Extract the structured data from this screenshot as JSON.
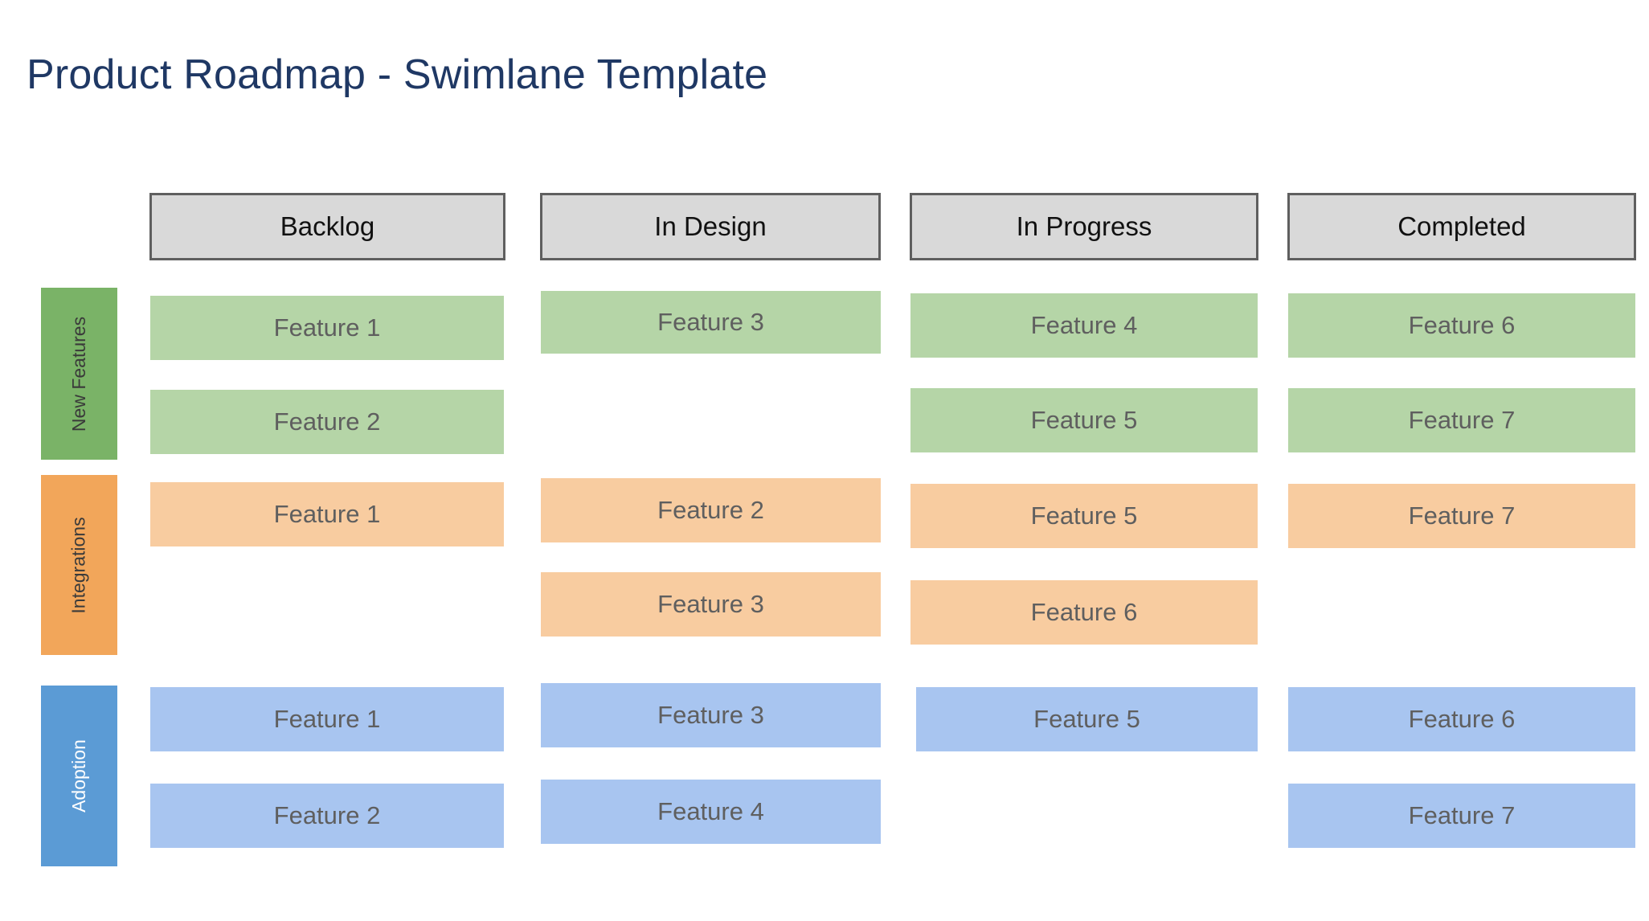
{
  "title": "Product Roadmap - Swimlane Template",
  "theme": {
    "title_color": "#1F3864",
    "header_fill": "#D9D9D9",
    "header_border": "#5F5F5F",
    "card_text_color": "#5F5F5F",
    "lane_green": "#7AB367",
    "lane_orange": "#F2A65A",
    "lane_blue": "#5B9BD5",
    "card_green": "#B5D5A7",
    "card_orange": "#F8CCA0",
    "card_blue": "#A8C5F0",
    "background": "#FFFFFF"
  },
  "columns": [
    {
      "id": "backlog",
      "label": "Backlog"
    },
    {
      "id": "in-design",
      "label": "In Design"
    },
    {
      "id": "in-progress",
      "label": "In Progress"
    },
    {
      "id": "completed",
      "label": "Completed"
    }
  ],
  "lanes": [
    {
      "id": "new-features",
      "label": "New Features",
      "color": "#7AB367",
      "card_color": "#B5D5A7",
      "rows": [
        {
          "backlog": "Feature 1",
          "in-design": "Feature 3",
          "in-progress": "Feature 4",
          "completed": "Feature 6"
        },
        {
          "backlog": "Feature 2",
          "in-design": "",
          "in-progress": "Feature 5",
          "completed": "Feature 7"
        }
      ]
    },
    {
      "id": "integrations",
      "label": "Integrations",
      "color": "#F2A65A",
      "card_color": "#F8CCA0",
      "rows": [
        {
          "backlog": "Feature 1",
          "in-design": "Feature 2",
          "in-progress": "Feature 5",
          "completed": "Feature 7"
        },
        {
          "backlog": "",
          "in-design": "Feature 3",
          "in-progress": "Feature 6",
          "completed": ""
        }
      ]
    },
    {
      "id": "adoption",
      "label": "Adoption",
      "color": "#5B9BD5",
      "card_color": "#A8C5F0",
      "rows": [
        {
          "backlog": "Feature 1",
          "in-design": "Feature 3",
          "in-progress": "Feature 5",
          "completed": "Feature 6"
        },
        {
          "backlog": "Feature 2",
          "in-design": "Feature 4",
          "in-progress": "",
          "completed": "Feature 7"
        }
      ]
    }
  ],
  "cards": [
    {
      "lane": "new-features",
      "column": "backlog",
      "label": "Feature 1"
    },
    {
      "lane": "new-features",
      "column": "in-design",
      "label": "Feature 3"
    },
    {
      "lane": "new-features",
      "column": "in-progress",
      "label": "Feature 4"
    },
    {
      "lane": "new-features",
      "column": "completed",
      "label": "Feature 6"
    },
    {
      "lane": "new-features",
      "column": "backlog",
      "label": "Feature 2"
    },
    {
      "lane": "new-features",
      "column": "in-progress",
      "label": "Feature 5"
    },
    {
      "lane": "new-features",
      "column": "completed",
      "label": "Feature 7"
    },
    {
      "lane": "integrations",
      "column": "backlog",
      "label": "Feature 1"
    },
    {
      "lane": "integrations",
      "column": "in-design",
      "label": "Feature 2"
    },
    {
      "lane": "integrations",
      "column": "in-progress",
      "label": "Feature 5"
    },
    {
      "lane": "integrations",
      "column": "completed",
      "label": "Feature 7"
    },
    {
      "lane": "integrations",
      "column": "in-design",
      "label": "Feature 3"
    },
    {
      "lane": "integrations",
      "column": "in-progress",
      "label": "Feature 6"
    },
    {
      "lane": "adoption",
      "column": "backlog",
      "label": "Feature 1"
    },
    {
      "lane": "adoption",
      "column": "in-design",
      "label": "Feature 3"
    },
    {
      "lane": "adoption",
      "column": "in-progress",
      "label": "Feature 5"
    },
    {
      "lane": "adoption",
      "column": "completed",
      "label": "Feature 6"
    },
    {
      "lane": "adoption",
      "column": "backlog",
      "label": "Feature 2"
    },
    {
      "lane": "adoption",
      "column": "in-design",
      "label": "Feature 4"
    },
    {
      "lane": "adoption",
      "column": "completed",
      "label": "Feature 7"
    }
  ]
}
